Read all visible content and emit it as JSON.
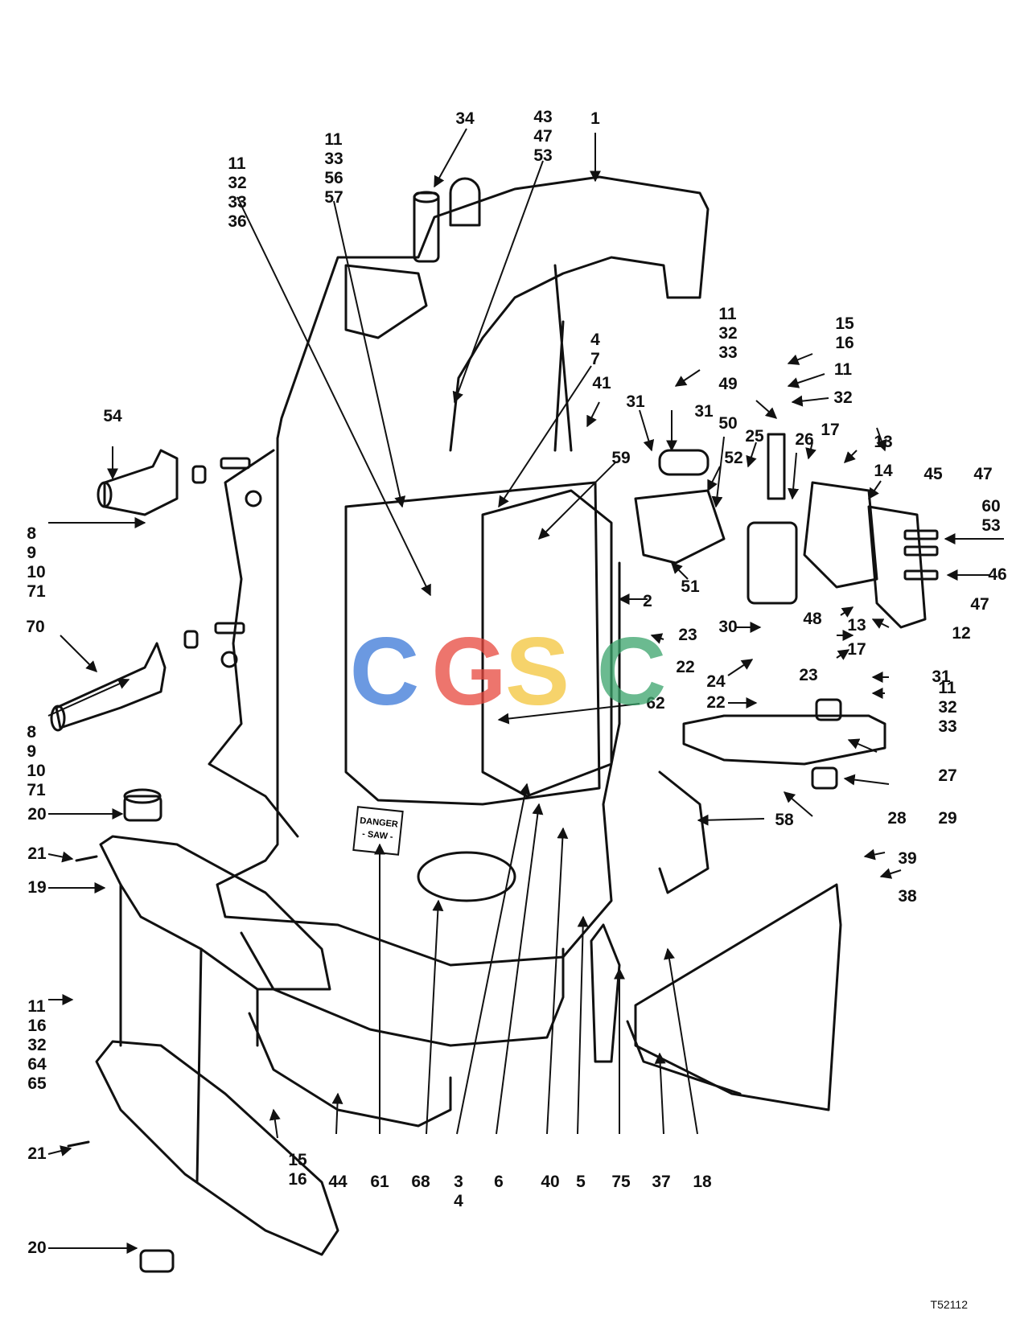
{
  "diagram": {
    "drawing_code": "T52112",
    "sign_text": [
      "DANGER",
      "- SAW -"
    ],
    "watermark": {
      "letters": [
        "C",
        "G",
        "S",
        "C"
      ],
      "colors": [
        "#3a78d8",
        "#e8473d",
        "#f3c53a",
        "#3aa46b"
      ]
    },
    "callouts": [
      {
        "id": "c1",
        "text": [
          "11",
          "32",
          "33",
          "36"
        ]
      },
      {
        "id": "c2",
        "text": [
          "11",
          "33",
          "56",
          "57"
        ]
      },
      {
        "id": "c3",
        "text": [
          "34"
        ]
      },
      {
        "id": "c4",
        "text": [
          "43",
          "47",
          "53"
        ]
      },
      {
        "id": "c5",
        "text": [
          "1"
        ]
      },
      {
        "id": "c6",
        "text": [
          "4",
          "7"
        ]
      },
      {
        "id": "c7",
        "text": [
          "41"
        ]
      },
      {
        "id": "c8",
        "text": [
          "59"
        ]
      },
      {
        "id": "c9",
        "text": [
          "11",
          "32",
          "33"
        ]
      },
      {
        "id": "c10",
        "text": [
          "15",
          "16"
        ]
      },
      {
        "id": "c11",
        "text": [
          "11"
        ]
      },
      {
        "id": "c12",
        "text": [
          "49"
        ]
      },
      {
        "id": "c13",
        "text": [
          "32"
        ]
      },
      {
        "id": "c14",
        "text": [
          "31"
        ]
      },
      {
        "id": "c15",
        "text": [
          "31"
        ]
      },
      {
        "id": "c16",
        "text": [
          "50"
        ]
      },
      {
        "id": "c17",
        "text": [
          "25"
        ]
      },
      {
        "id": "c18",
        "text": [
          "26"
        ]
      },
      {
        "id": "c19",
        "text": [
          "17"
        ]
      },
      {
        "id": "c20",
        "text": [
          "13"
        ]
      },
      {
        "id": "c21",
        "text": [
          "52"
        ]
      },
      {
        "id": "c22",
        "text": [
          "14"
        ]
      },
      {
        "id": "c23",
        "text": [
          "45"
        ]
      },
      {
        "id": "c24",
        "text": [
          "47"
        ]
      },
      {
        "id": "c25",
        "text": [
          "60",
          "53"
        ]
      },
      {
        "id": "c26",
        "text": [
          "46"
        ]
      },
      {
        "id": "c27",
        "text": [
          "47"
        ]
      },
      {
        "id": "c28",
        "text": [
          "12"
        ]
      },
      {
        "id": "c29",
        "text": [
          "48"
        ]
      },
      {
        "id": "c30",
        "text": [
          "13"
        ]
      },
      {
        "id": "c31",
        "text": [
          "17"
        ]
      },
      {
        "id": "c32",
        "text": [
          "2"
        ]
      },
      {
        "id": "c33",
        "text": [
          "51"
        ]
      },
      {
        "id": "c34",
        "text": [
          "30"
        ]
      },
      {
        "id": "c35",
        "text": [
          "23"
        ]
      },
      {
        "id": "c36",
        "text": [
          "22"
        ]
      },
      {
        "id": "c37",
        "text": [
          "24"
        ]
      },
      {
        "id": "c38",
        "text": [
          "23"
        ]
      },
      {
        "id": "c39",
        "text": [
          "22"
        ]
      },
      {
        "id": "c40",
        "text": [
          "31"
        ]
      },
      {
        "id": "c41",
        "text": [
          "11",
          "32",
          "33"
        ]
      },
      {
        "id": "c42",
        "text": [
          "62"
        ]
      },
      {
        "id": "c43",
        "text": [
          "27"
        ]
      },
      {
        "id": "c44",
        "text": [
          "29"
        ]
      },
      {
        "id": "c45",
        "text": [
          "28"
        ]
      },
      {
        "id": "c46",
        "text": [
          "58"
        ]
      },
      {
        "id": "c47",
        "text": [
          "39"
        ]
      },
      {
        "id": "c48",
        "text": [
          "38"
        ]
      },
      {
        "id": "c49",
        "text": [
          "54"
        ]
      },
      {
        "id": "c50",
        "text": [
          "8",
          "9",
          "10",
          "71"
        ]
      },
      {
        "id": "c51",
        "text": [
          "70"
        ]
      },
      {
        "id": "c52",
        "text": [
          "8",
          "9",
          "10",
          "71"
        ]
      },
      {
        "id": "c53",
        "text": [
          "20"
        ]
      },
      {
        "id": "c54",
        "text": [
          "21"
        ]
      },
      {
        "id": "c55",
        "text": [
          "19"
        ]
      },
      {
        "id": "c56",
        "text": [
          "11",
          "16",
          "32",
          "64",
          "65"
        ]
      },
      {
        "id": "c57",
        "text": [
          "21"
        ]
      },
      {
        "id": "c58",
        "text": [
          "20"
        ]
      },
      {
        "id": "c59",
        "text": [
          "15",
          "16"
        ]
      },
      {
        "id": "c60",
        "text": [
          "44"
        ]
      },
      {
        "id": "c61",
        "text": [
          "61"
        ]
      },
      {
        "id": "c62",
        "text": [
          "68"
        ]
      },
      {
        "id": "c63",
        "text": [
          "3",
          "4"
        ]
      },
      {
        "id": "c64",
        "text": [
          "6"
        ]
      },
      {
        "id": "c65",
        "text": [
          "40"
        ]
      },
      {
        "id": "c66",
        "text": [
          "5"
        ]
      },
      {
        "id": "c67",
        "text": [
          "75"
        ]
      },
      {
        "id": "c68",
        "text": [
          "37"
        ]
      },
      {
        "id": "c69",
        "text": [
          "18"
        ]
      }
    ]
  }
}
